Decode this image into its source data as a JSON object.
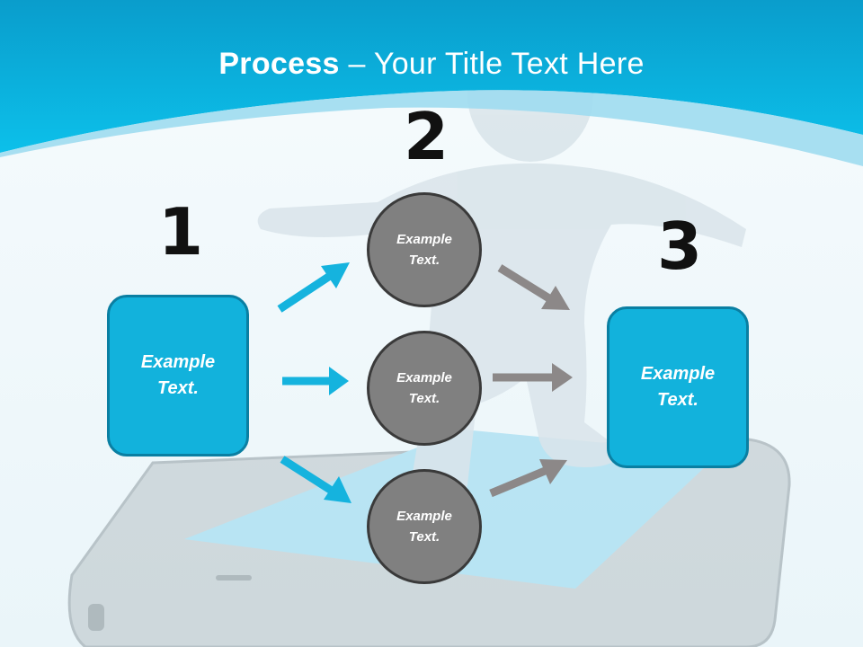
{
  "title": {
    "bold": "Process",
    "rest": " – Your Title Text Here"
  },
  "steps": [
    {
      "number": "1",
      "text": "Example Text."
    },
    {
      "number": "2"
    },
    {
      "number": "3",
      "text": "Example Text."
    }
  ],
  "circles": [
    {
      "text": "Example Text."
    },
    {
      "text": "Example Text."
    },
    {
      "text": "Example Text."
    }
  ],
  "colors": {
    "header": "#0bb6df",
    "box_fill": "#12b2dc",
    "circle_fill": "#808080",
    "arrow_blue": "#15b3de",
    "arrow_gray": "#8c8888"
  }
}
